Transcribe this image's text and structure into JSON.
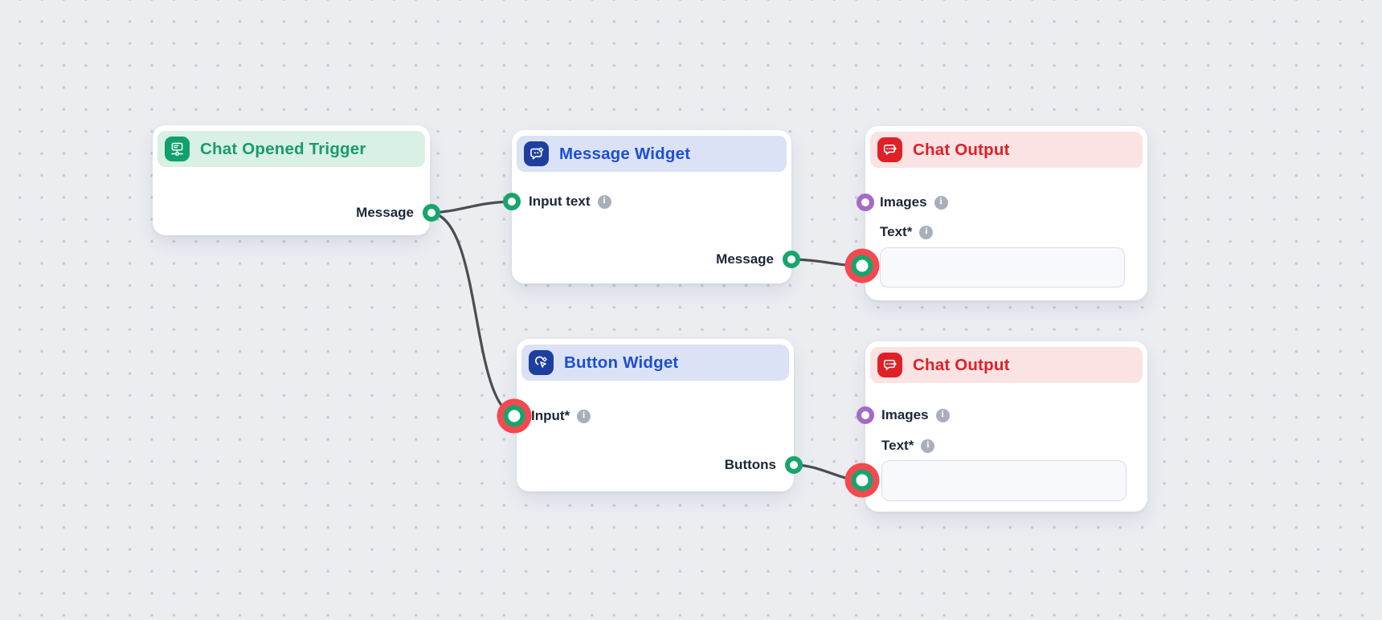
{
  "canvas": {
    "background_color": "#EBEDF1",
    "grid_dot_color": "#C8CBD3",
    "edge_color": "#4B4D51",
    "connector_colors": {
      "green": "#17A56D",
      "purple": "#A66AC6",
      "required_halo_red": "#F4494F"
    }
  },
  "icons": {
    "info_glyph": "i"
  },
  "nodes": [
    {
      "title": "Chat Opened Trigger",
      "theme": {
        "header_bg": "#D9F0E4",
        "title_color": "#189C6D",
        "icon_bg": "#10A06E"
      },
      "icon": "chat-opened-trigger-icon",
      "outputs": [
        {
          "label": "Message",
          "connector": "green"
        }
      ]
    },
    {
      "title": "Message Widget",
      "theme": {
        "header_bg": "#DBE2F6",
        "title_color": "#1D4FD4",
        "icon_bg": "#1E3F9E"
      },
      "icon": "message-widget-icon",
      "inputs": [
        {
          "label": "Input text",
          "info": true,
          "connector": "green"
        }
      ],
      "outputs": [
        {
          "label": "Message",
          "connector": "green"
        }
      ]
    },
    {
      "title": "Chat Output",
      "theme": {
        "header_bg": "#FBE3E3",
        "title_color": "#E02027",
        "icon_bg": "#DF2127"
      },
      "icon": "chat-output-icon",
      "inputs": [
        {
          "label": "Images",
          "info": true,
          "connector": "purple"
        },
        {
          "label": "Text*",
          "info": true,
          "connector": "green-required-halo",
          "field_value": "",
          "field_placeholder": ""
        }
      ]
    },
    {
      "title": "Button Widget",
      "theme": {
        "header_bg": "#DBE2F6",
        "title_color": "#1D4FD4",
        "icon_bg": "#1E3F9E"
      },
      "icon": "button-widget-icon",
      "inputs": [
        {
          "label": "Input*",
          "info": true,
          "connector": "green-required-halo"
        }
      ],
      "outputs": [
        {
          "label": "Buttons",
          "connector": "green"
        }
      ]
    },
    {
      "title": "Chat Output",
      "theme": {
        "header_bg": "#FBE3E3",
        "title_color": "#E02027",
        "icon_bg": "#DF2127"
      },
      "icon": "chat-output-icon",
      "inputs": [
        {
          "label": "Images",
          "info": true,
          "connector": "purple"
        },
        {
          "label": "Text*",
          "info": true,
          "connector": "green-required-halo",
          "field_value": "",
          "field_placeholder": ""
        }
      ]
    }
  ],
  "edges": [
    {
      "from": "Chat Opened Trigger / Message",
      "to": "Message Widget / Input text"
    },
    {
      "from": "Chat Opened Trigger / Message",
      "to": "Button Widget / Input*"
    },
    {
      "from": "Message Widget / Message",
      "to": "Chat Output (top) / Text*"
    },
    {
      "from": "Button Widget / Buttons",
      "to": "Chat Output (bottom) / Text*"
    }
  ]
}
